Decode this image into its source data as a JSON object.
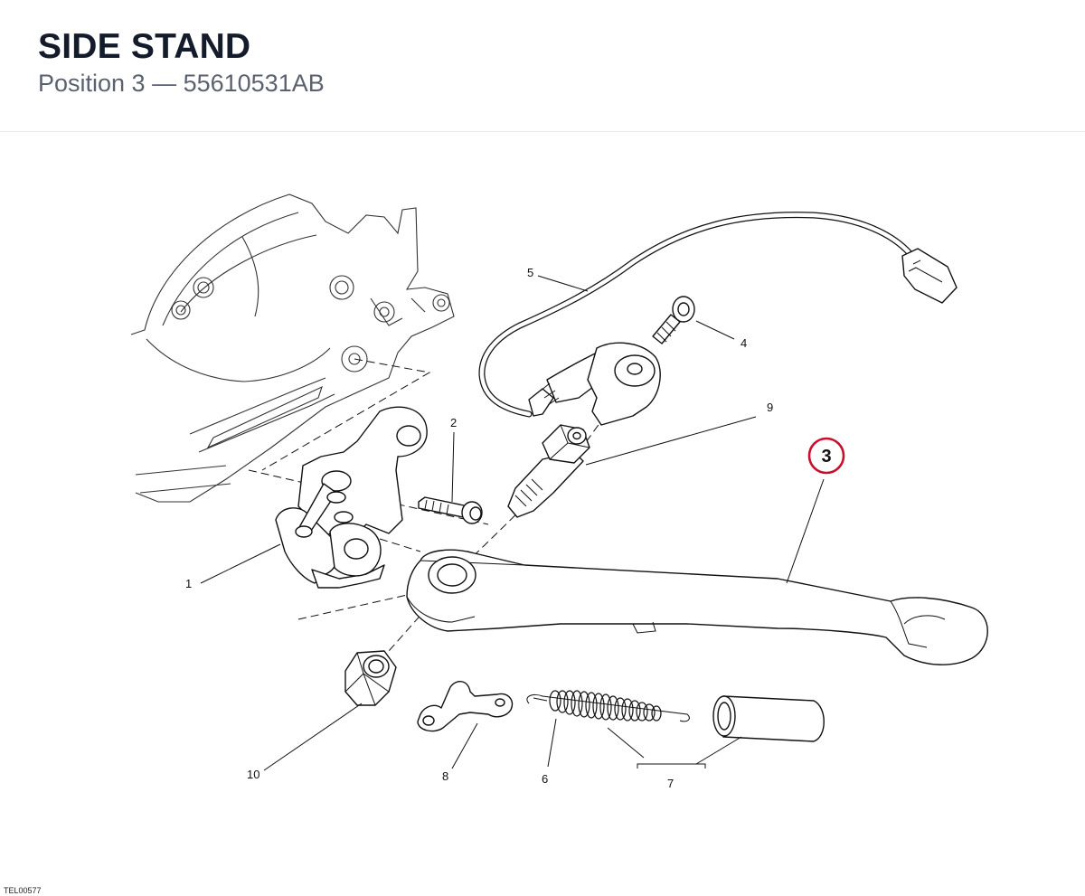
{
  "header": {
    "title": "SIDE STAND",
    "subtitle": "Position 3 — 55610531AB"
  },
  "diagram": {
    "highlight": {
      "label": "3",
      "color": "#c8102e"
    },
    "callouts": [
      {
        "id": "1",
        "label": "1"
      },
      {
        "id": "2",
        "label": "2"
      },
      {
        "id": "4",
        "label": "4"
      },
      {
        "id": "5",
        "label": "5"
      },
      {
        "id": "6",
        "label": "6"
      },
      {
        "id": "7",
        "label": "7"
      },
      {
        "id": "8",
        "label": "8"
      },
      {
        "id": "9",
        "label": "9"
      },
      {
        "id": "10",
        "label": "10"
      }
    ]
  },
  "footer": {
    "drawing_code": "TEL00577"
  }
}
